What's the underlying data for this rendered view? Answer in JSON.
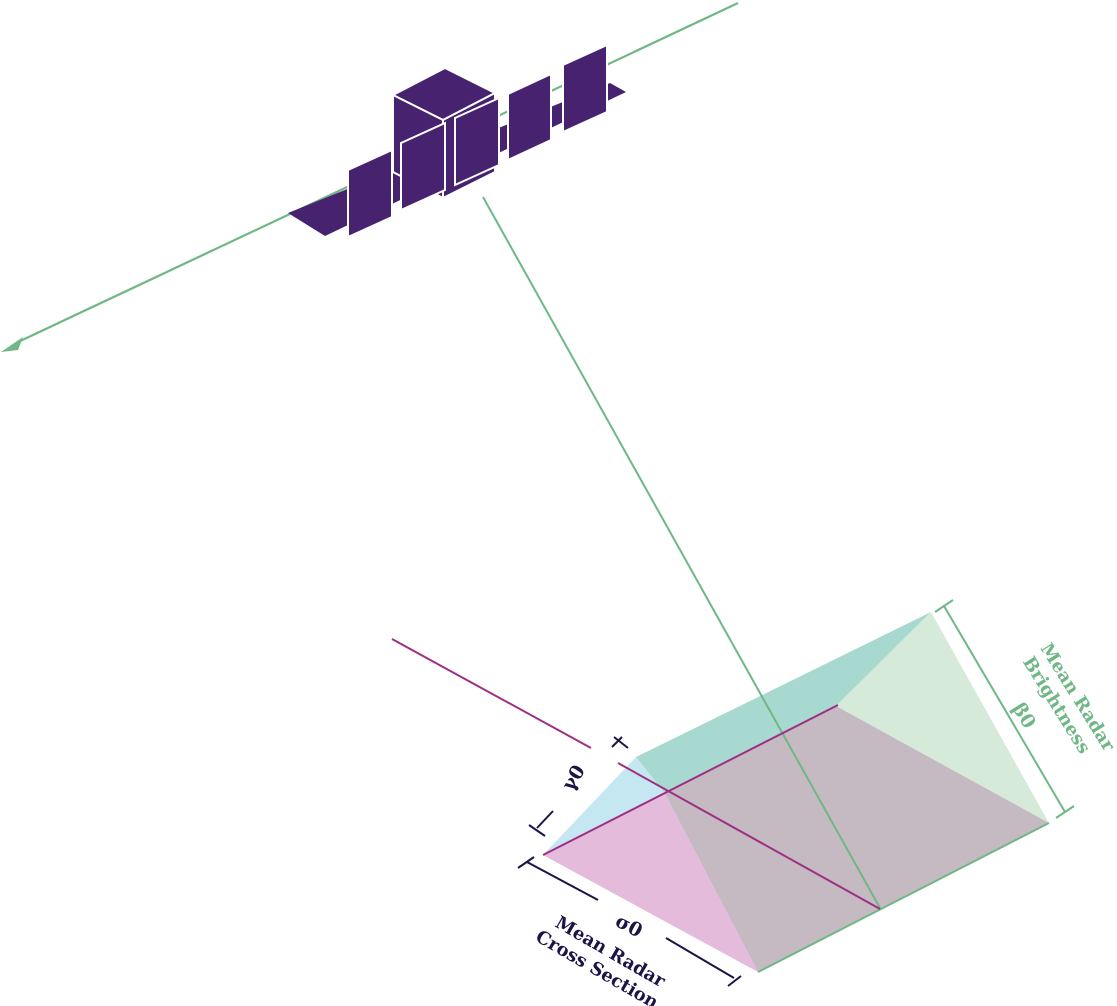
{
  "labels": {
    "beta_title_line1": "Mean Radar",
    "beta_title_line2": "Brightness",
    "beta_symbol": "β0",
    "sigma_title_line1": "Mean Radar",
    "sigma_title_line2": "Cross Section",
    "sigma_symbol": "σ0",
    "gamma_symbol": "γ0"
  },
  "colors": {
    "satellite": "#46226f",
    "satellite_edge": "#ffffff",
    "beam_line": "#6fb784",
    "beta_label": "#6fb784",
    "sigma_label": "#1b1446",
    "gamma_label": "#1b1446",
    "incidence_line": "#9e2f83",
    "bracket_dark": "#1b1446",
    "plane_pink": "#e5bbdc",
    "plane_cyan": "#c5e7f2",
    "plane_teal": "#a8d9d0",
    "plane_mint": "#d6ead9",
    "plane_mauve": "#c5b9c2"
  }
}
